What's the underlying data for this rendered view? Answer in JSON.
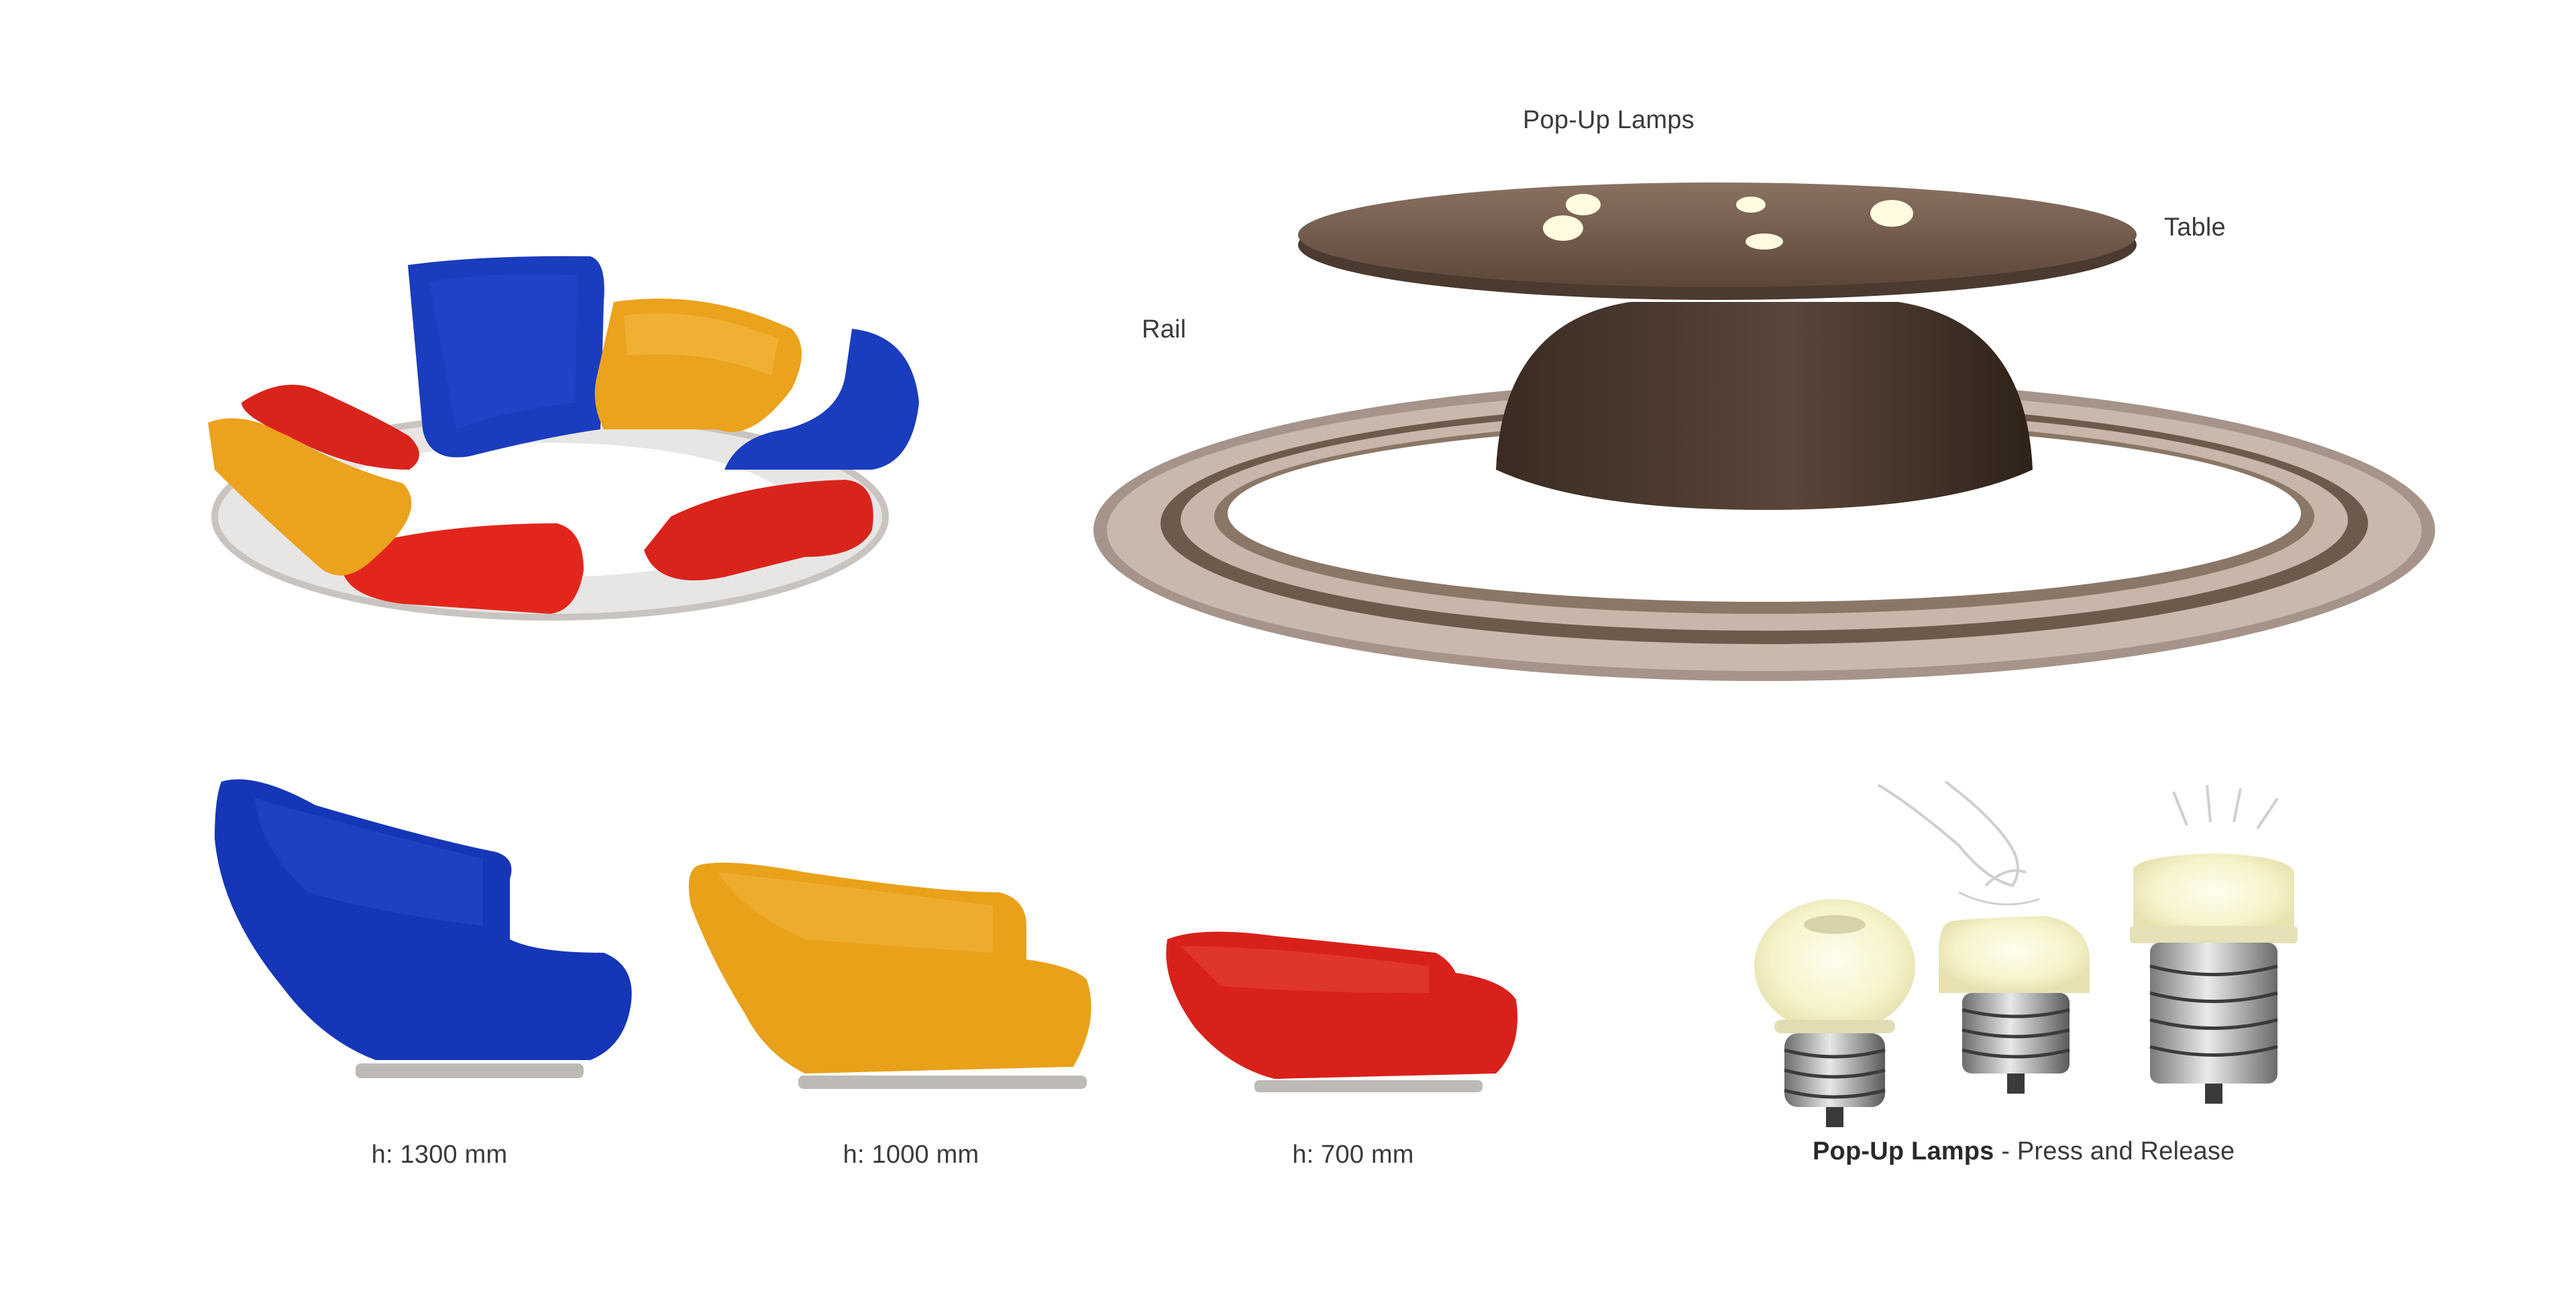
{
  "labels": {
    "popup_lamps": "Pop-Up Lamps",
    "table": "Table",
    "rail": "Rail"
  },
  "seats": [
    {
      "height_label": "h: 1300 mm",
      "color": "#1636b8"
    },
    {
      "height_label": "h: 1000 mm",
      "color": "#e9a11a"
    },
    {
      "height_label": "h: 700 mm",
      "color": "#d9211b"
    }
  ],
  "lamp_caption": {
    "title": "Pop-Up Lamps",
    "subtitle": " - Press and Release"
  },
  "colors": {
    "blue": "#1636b8",
    "yellow": "#e9a11a",
    "red": "#d9211b",
    "table_brown": "#6e5748",
    "rail_taupe": "#a89686",
    "lamp_glow": "#f8f4d0"
  }
}
